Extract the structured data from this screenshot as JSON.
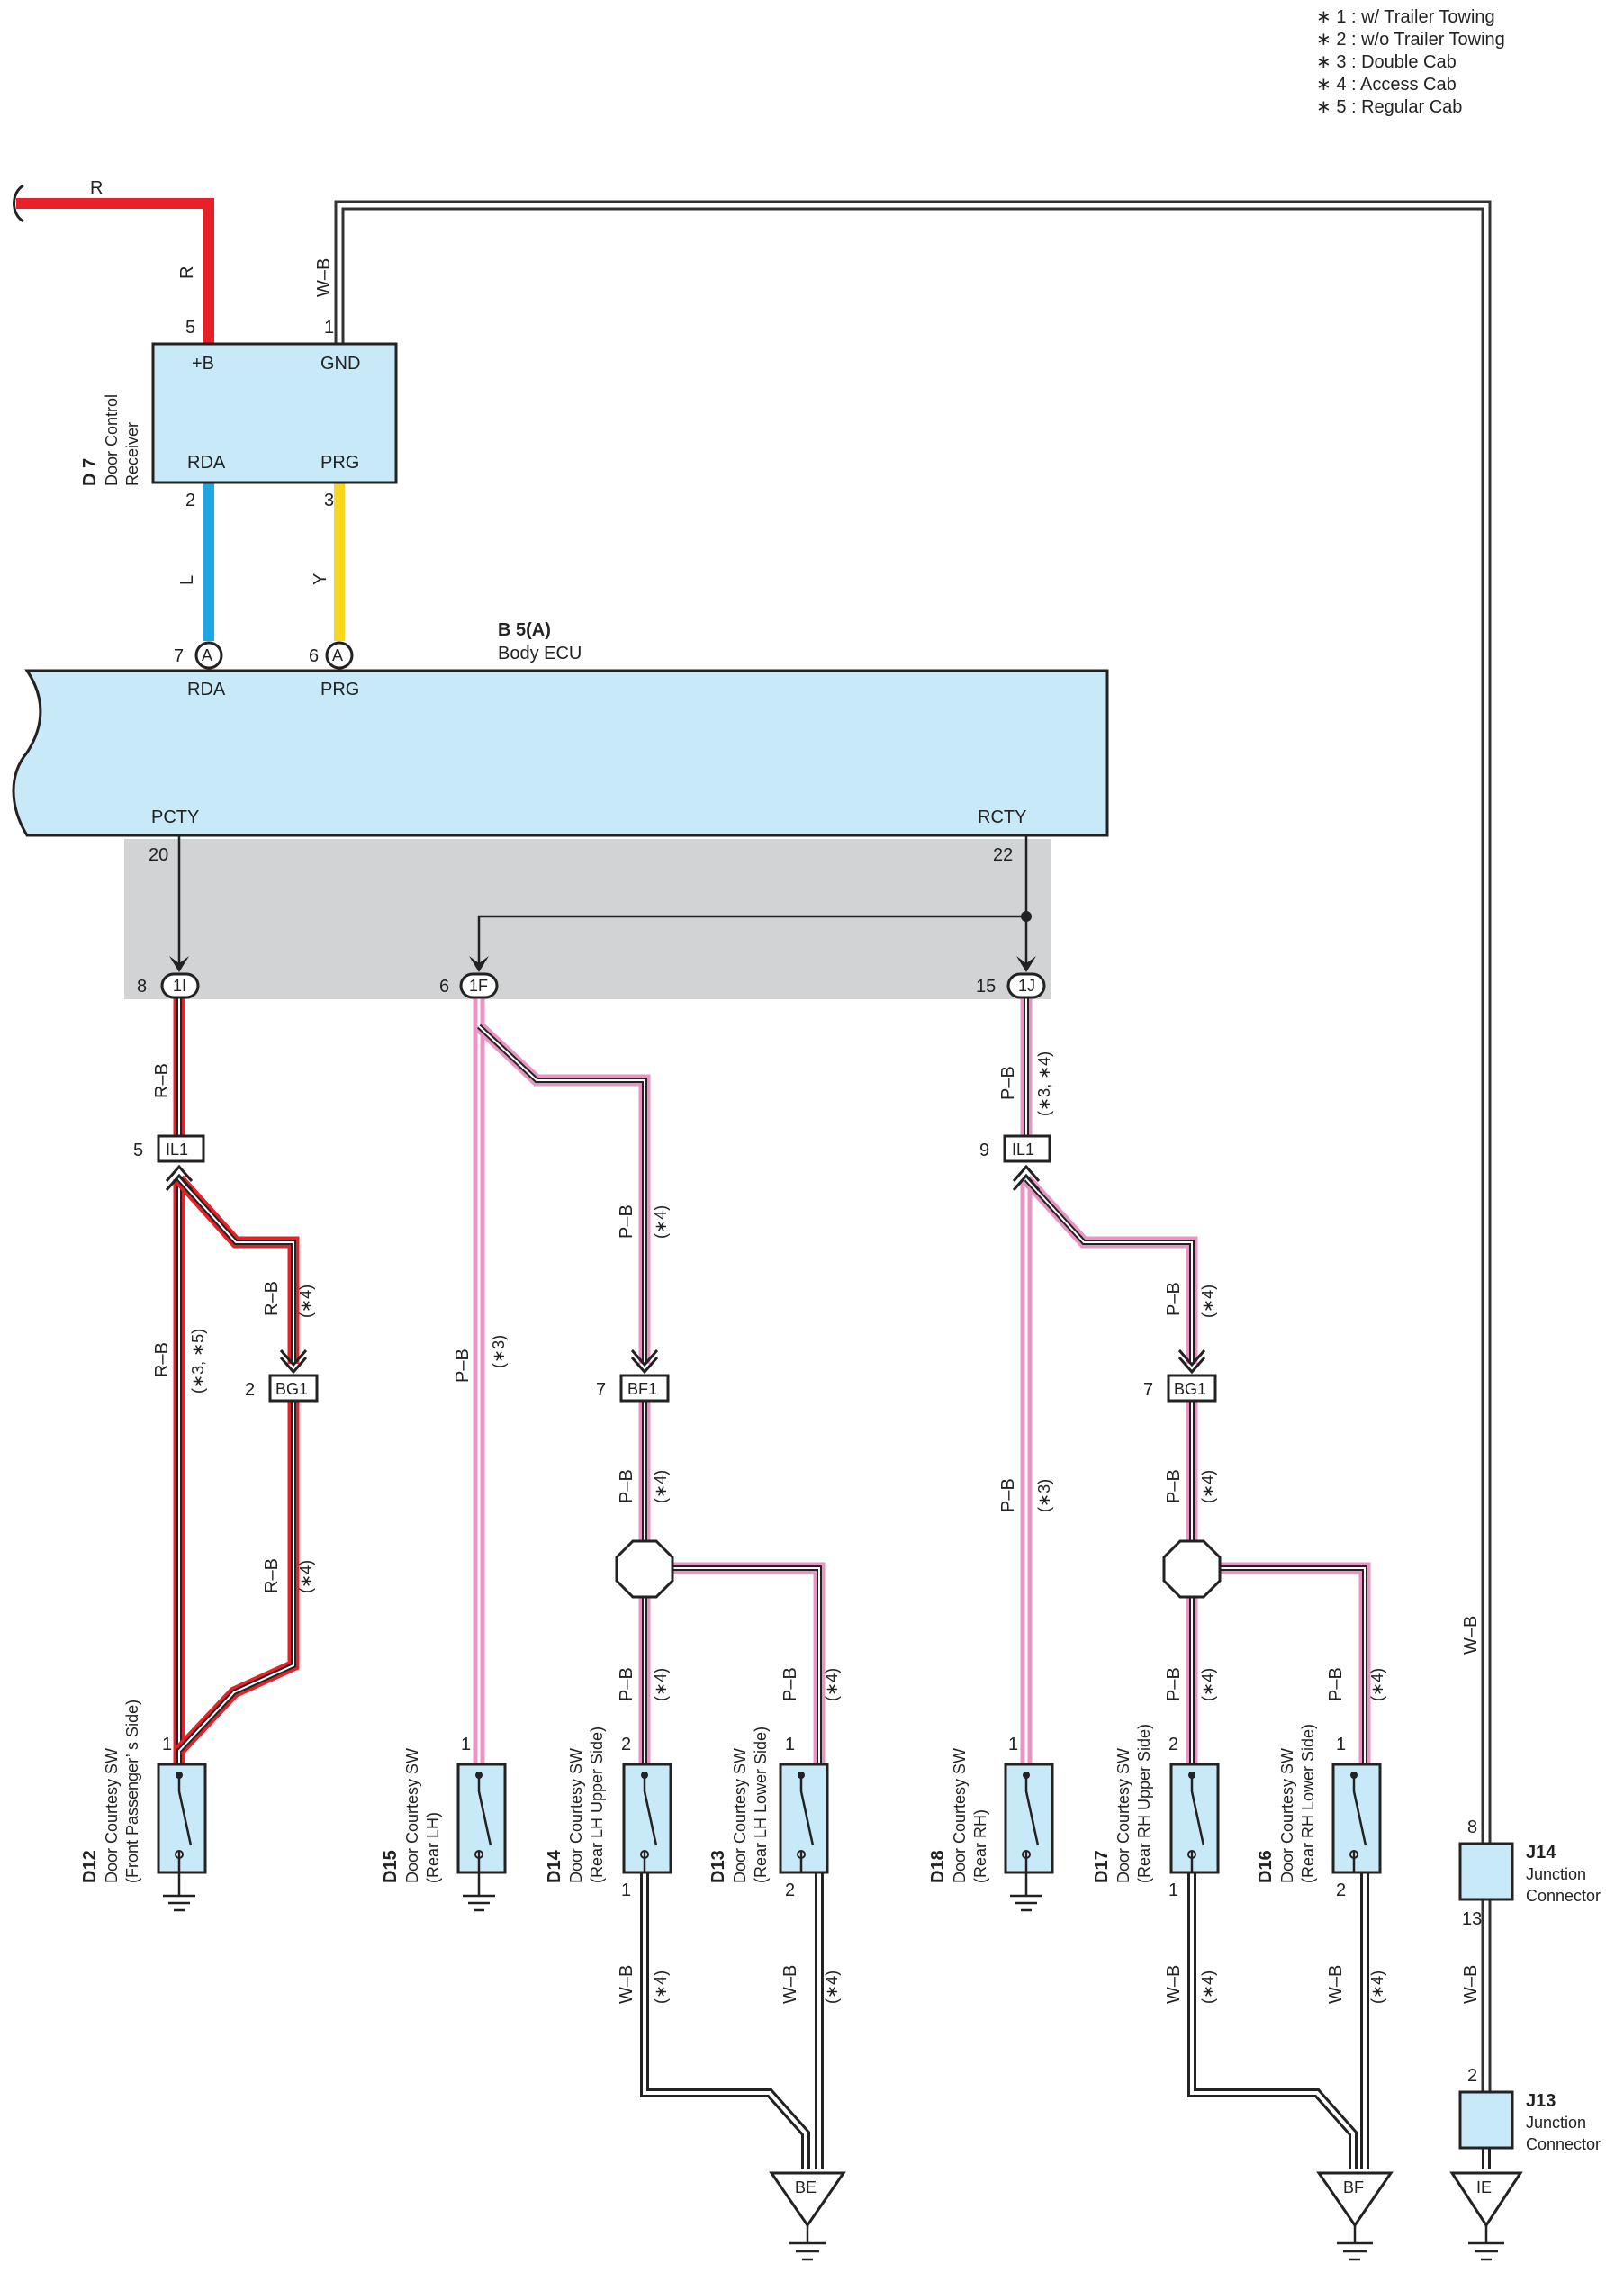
{
  "notes": [
    "∗ 1 : w/ Trailer Towing",
    "∗ 2 : w/o Trailer Towing",
    "∗ 3 : Double Cab",
    "∗ 4 : Access Cab",
    "∗ 5 : Regular Cab"
  ],
  "colors": {
    "red": "#e8202a",
    "blue": "#1ea6e0",
    "yellow": "#f8d81e",
    "pink": "#e895c4",
    "box_fill": "#c8e9f8",
    "shade": "#d2d3d5"
  },
  "d7": {
    "code": "D 7",
    "name1": "Door Control",
    "name2": "Receiver",
    "pin_b": "+B",
    "pin_gnd": "GND",
    "pin_rda": "RDA",
    "pin_prg": "PRG",
    "num_b": "5",
    "num_gnd": "1",
    "num_rda": "2",
    "num_prg": "3"
  },
  "wires": {
    "r_top": "R",
    "r_vert": "R",
    "wb_top": "W–B",
    "l": "L",
    "y": "Y",
    "rb_main": "R–B",
    "rb_main_note": "(∗3, ∗5)",
    "rb_top": "R–B",
    "rb_branch": "R–B",
    "rb_branch_note": "(∗4)",
    "rb_low": "R–B",
    "rb_low_note": "(∗4)",
    "pb_d15": "P–B",
    "pb_d15_note": "(∗3)",
    "pb_bf1": "P–B",
    "pb_bf1_note": "(∗4)",
    "pb_bf1_low": "P–B",
    "pb_bf1_low_note": "(∗4)",
    "pb_d14": "P–B",
    "pb_d14_note": "(∗4)",
    "pb_d13": "P–B",
    "pb_d13_note": "(∗4)",
    "pb_1j": "P–B",
    "pb_1j_note": "(∗3, ∗4)",
    "pb_d18": "P–B",
    "pb_d18_note": "(∗3)",
    "pb_bg1r": "P–B",
    "pb_bg1r_note": "(∗4)",
    "pb_bg1r_low": "P–B",
    "pb_bg1r_low_note": "(∗4)",
    "pb_d17": "P–B",
    "pb_d17_note": "(∗4)",
    "pb_d16": "P–B",
    "pb_d16_note": "(∗4)",
    "wb_d14": "W–B",
    "wb_d14_note": "(∗4)",
    "wb_d13": "W–B",
    "wb_d13_note": "(∗4)",
    "wb_d17": "W–B",
    "wb_d17_note": "(∗4)",
    "wb_d16": "W–B",
    "wb_d16_note": "(∗4)",
    "wb_right": "W–B",
    "wb_j14j13": "W–B"
  },
  "ecu": {
    "code": "B 5(A)",
    "name": "Body ECU",
    "pin_rda": "RDA",
    "pin_prg": "PRG",
    "pin_pcty": "PCTY",
    "pin_rcty": "RCTY",
    "num_rda": "7",
    "num_prg": "6",
    "conn": "A",
    "num_pcty": "20",
    "num_rcty": "22"
  },
  "connectors": {
    "c1i": "1I",
    "c1i_pin": "8",
    "c1f": "1F",
    "c1f_pin": "6",
    "c1j": "1J",
    "c1j_pin": "15",
    "il1_left": "IL1",
    "il1_left_pin": "5",
    "il1_right": "IL1",
    "il1_right_pin": "9",
    "bg1_left": "BG1",
    "bg1_left_pin": "2",
    "bf1": "BF1",
    "bf1_pin": "7",
    "bg1_right": "BG1",
    "bg1_right_pin": "7"
  },
  "switches": {
    "d12": {
      "code": "D12",
      "l1": "Door Courtesy SW",
      "l2": "(Front Passenger’ s Side)",
      "pin_top": "1"
    },
    "d15": {
      "code": "D15",
      "l1": "Door Courtesy SW",
      "l2": "(Rear LH)",
      "pin_top": "1"
    },
    "d14": {
      "code": "D14",
      "l1": "Door Courtesy SW",
      "l2": "(Rear LH Upper Side)",
      "pin_top": "2",
      "pin_bot": "1"
    },
    "d13": {
      "code": "D13",
      "l1": "Door Courtesy SW",
      "l2": "(Rear LH Lower Side)",
      "pin_top": "1",
      "pin_bot": "2"
    },
    "d18": {
      "code": "D18",
      "l1": "Door Courtesy SW",
      "l2": "(Rear RH)",
      "pin_top": "1"
    },
    "d17": {
      "code": "D17",
      "l1": "Door Courtesy SW",
      "l2": "(Rear RH Upper Side)",
      "pin_top": "2",
      "pin_bot": "1"
    },
    "d16": {
      "code": "D16",
      "l1": "Door Courtesy SW",
      "l2": "(Rear RH Lower Side)",
      "pin_top": "1",
      "pin_bot": "2"
    }
  },
  "junctions": {
    "j14": {
      "code": "J14",
      "name1": "Junction",
      "name2": "Connector",
      "pin_top": "8",
      "pin_bot": "13"
    },
    "j13": {
      "code": "J13",
      "name1": "Junction",
      "name2": "Connector",
      "pin_top": "2"
    }
  },
  "grounds": {
    "be": "BE",
    "bf": "BF",
    "ie": "IE"
  }
}
